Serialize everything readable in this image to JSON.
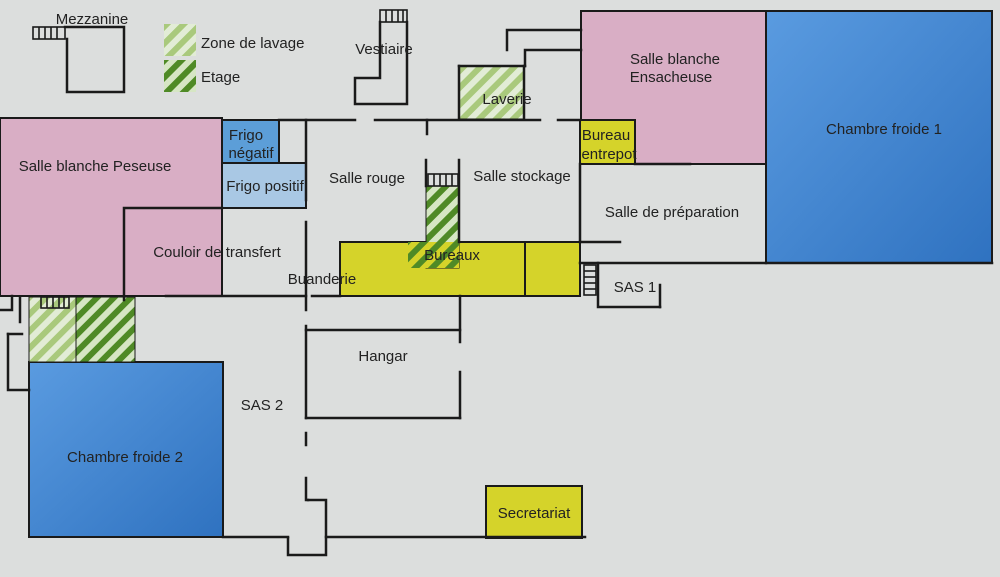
{
  "legend": {
    "wash_label": "Zone de lavage",
    "floor_label": "Etage"
  },
  "rooms": {
    "mezzanine": "Mezzanine",
    "vestiaire": "Vestiaire",
    "laverie": "Laverie",
    "salle_blanche_ensacheuse_1": "Salle blanche",
    "salle_blanche_ensacheuse_2": "Ensacheuse",
    "chambre_froide_1": "Chambre froide 1",
    "salle_blanche_peseuse": "Salle blanche Peseuse",
    "frigo_negatif_1": "Frigo",
    "frigo_negatif_2": "négatif",
    "frigo_positif": "Frigo positif",
    "salle_rouge": "Salle rouge",
    "salle_stockage": "Salle stockage",
    "bureau_entrepot_1": "Bureau",
    "bureau_entrepot_2": "entrepot",
    "salle_preparation": "Salle de préparation",
    "couloir_transfert": "Couloir de transfert",
    "bureaux": "Bureaux",
    "buanderie": "Buanderie",
    "sas_1": "SAS 1",
    "hangar": "Hangar",
    "sas_2": "SAS 2",
    "chambre_froide_2": "Chambre froide 2",
    "secretariat": "Secretariat"
  },
  "colors": {
    "background": "#dcdedd",
    "clean_room": "#d9aec5",
    "cold_room": "#3f85cf",
    "fridge_negative": "#5c9ed8",
    "fridge_positive": "#a9c8e4",
    "office": "#d5d32a",
    "wash_zone": "#a9c97c",
    "floor_zone": "#4f8a26",
    "wall": "#1a1a1a"
  }
}
